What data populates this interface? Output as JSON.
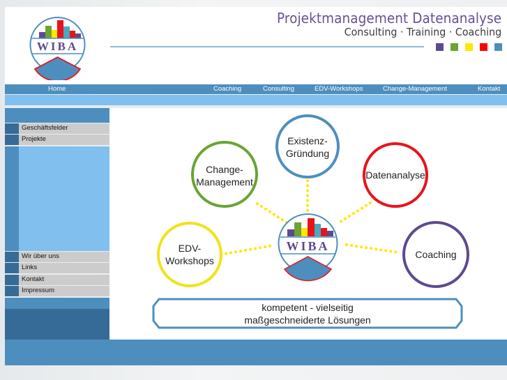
{
  "header": {
    "logo_text": "WIBA",
    "title": "Projektmanagement Datenanalyse",
    "subtitle": "Consulting · Training · Coaching",
    "color_squares": [
      "#5e4a8e",
      "#6aa434",
      "#ffe800",
      "#ff0000",
      "#4d8ebf"
    ]
  },
  "nav": {
    "items": [
      {
        "label": "Home"
      },
      {
        "label": "Coaching"
      },
      {
        "label": "Consulting"
      },
      {
        "label": "EDV-Workshops"
      },
      {
        "label": "Change-Management"
      },
      {
        "label": "Kontakt"
      }
    ]
  },
  "sidebar": {
    "items": [
      {
        "label": "Geschäftsfelder"
      },
      {
        "label": "Projekte"
      },
      {
        "label": "Wir über uns"
      },
      {
        "label": "Links"
      },
      {
        "label": "Kontakt"
      },
      {
        "label": "Impressum"
      }
    ]
  },
  "diagram": {
    "center_logo_text": "WIBA",
    "nodes": [
      {
        "line1": "Existenz-",
        "line2": "Gründung",
        "color": "#4d8ebf"
      },
      {
        "line1": "Change-",
        "line2": "Management",
        "color": "#6aa434"
      },
      {
        "line1": "Datenanalyse",
        "line2": "",
        "color": "#e8141b"
      },
      {
        "line1": "EDV-",
        "line2": "Workshops",
        "color": "#f2e21b"
      },
      {
        "line1": "Coaching",
        "line2": "",
        "color": "#5e4a8e"
      }
    ],
    "connector_color": "#ffe800"
  },
  "tagline": {
    "line1": "kompetent - vielseitig",
    "line2": "maßgeschneiderte Lösungen"
  },
  "colors": {
    "nav_blue": "#4d8ebf",
    "light_blue": "#80bfee",
    "dark_blue": "#376b97",
    "menu_gray": "#cccccc"
  }
}
